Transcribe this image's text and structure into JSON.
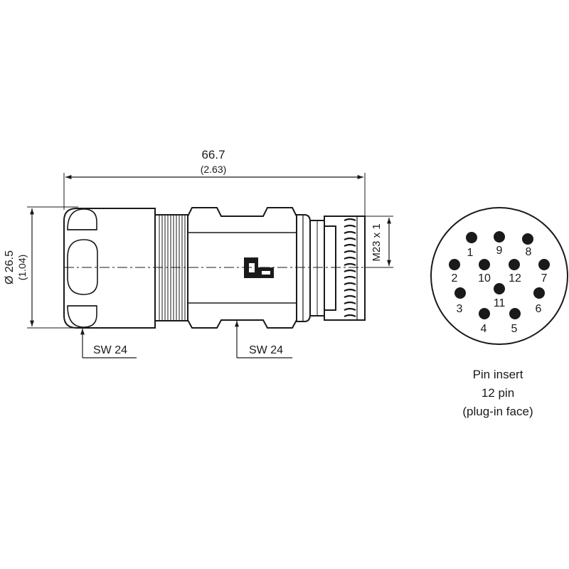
{
  "dimensions": {
    "length_mm": "66.7",
    "length_in": "(2.63)",
    "diameter_mm": "Ø 26.5",
    "diameter_in": "(1.04)",
    "thread": "M23 x 1",
    "wrench_left": "SW 24",
    "wrench_right": "SW 24"
  },
  "pin_insert": {
    "caption_line1": "Pin insert",
    "caption_line2": "12 pin",
    "caption_line3": "(plug-in face)",
    "pins": [
      "1",
      "2",
      "3",
      "4",
      "5",
      "6",
      "7",
      "8",
      "9",
      "10",
      "11",
      "12"
    ]
  },
  "colors": {
    "line": "#1a1a1a",
    "background": "#ffffff"
  }
}
